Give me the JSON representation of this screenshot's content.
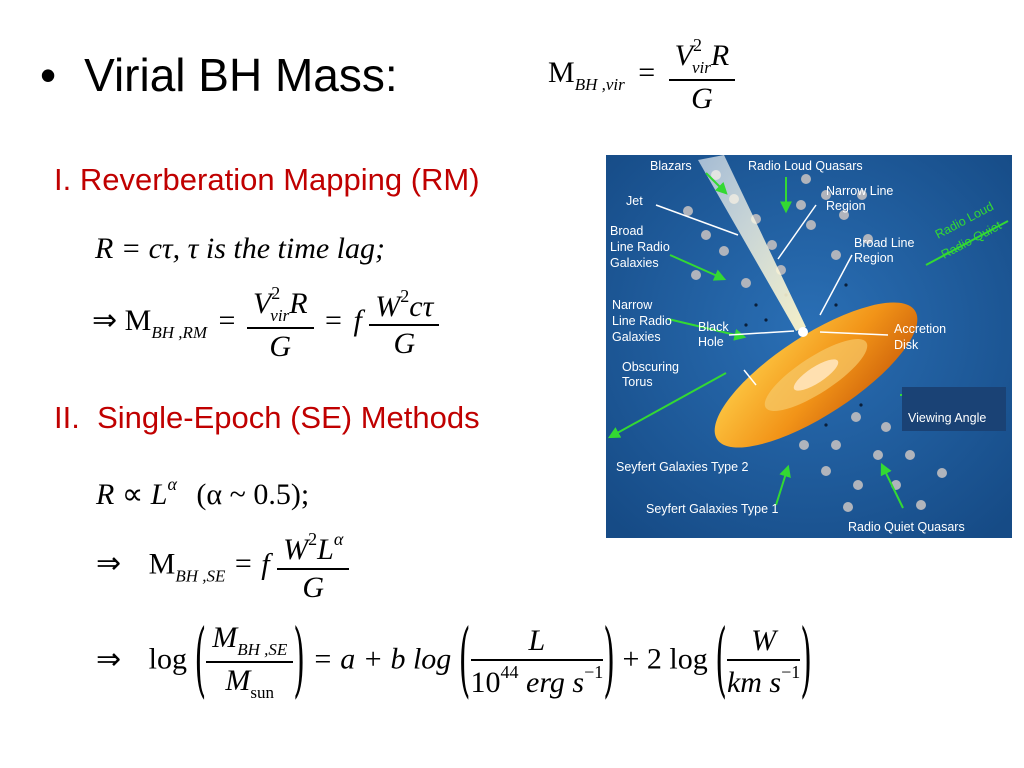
{
  "title": {
    "bullet": "•",
    "text": "Virial BH Mass:"
  },
  "eq_virial": {
    "lhs": "M",
    "lhs_sub": "BH ,vir",
    "eq": "=",
    "num_v": "V",
    "num_sup": "2",
    "num_sub": "vir",
    "num_r": "R",
    "den": "G"
  },
  "section1": {
    "number": "I.",
    "heading": "Reverberation Mapping (RM)",
    "eq1": "R = cτ, τ is the time lag;",
    "eq2": {
      "arrow": "⇒",
      "lhs": "M",
      "lhs_sub": "BH ,RM",
      "eq": "=",
      "f1_num_v": "V",
      "f1_sup": "2",
      "f1_sub": "vir",
      "f1_r": "R",
      "f1_den": "G",
      "eq2": "=",
      "f": "f",
      "f2_num_w": "W",
      "f2_sup": "2",
      "f2_rest": "cτ",
      "f2_den": "G"
    }
  },
  "section2": {
    "number": "II.",
    "heading": "Single-Epoch (SE) Methods",
    "eq1_r": "R",
    "eq1_prop": "∝",
    "eq1_l": "L",
    "eq1_sup": "α",
    "eq1_rest": "(α ~ 0.5);",
    "eq2": {
      "arrow": "⇒",
      "lhs": "M",
      "lhs_sub": "BH ,SE",
      "eq": "=",
      "f": "f",
      "num_w": "W",
      "num_sup": "2",
      "num_l": "L",
      "num_sup2": "α",
      "den": "G"
    },
    "eq3": {
      "arrow": "⇒",
      "log": "log",
      "f1_num": "M",
      "f1_num_sub": "BH ,SE",
      "f1_den": "M",
      "f1_den_sub": "sun",
      "mid": "= a + b log",
      "f2_num": "L",
      "f2_den_base": "10",
      "f2_den_sup": "44",
      "f2_den_unit": "erg  s",
      "f2_den_unit_sup": "−1",
      "plus": "+ 2 log",
      "f3_num": "W",
      "f3_den_unit": "km s",
      "f3_den_unit_sup": "−1"
    }
  },
  "diagram": {
    "labels": {
      "blazars": "Blazars",
      "radio_loud_quasars": "Radio Loud Quasars",
      "jet": "Jet",
      "narrow_line_region_1": "Narrow Line",
      "narrow_line_region_2": "Region",
      "broad_line_radio_1": "Broad",
      "broad_line_radio_2": "Line Radio",
      "broad_line_radio_3": "Galaxies",
      "broad_line_region_1": "Broad Line",
      "broad_line_region_2": "Region",
      "radio_loud": "Radio Loud",
      "radio_quiet": "Radio Quiet",
      "narrow_line_radio_1": "Narrow",
      "narrow_line_radio_2": "Line Radio",
      "narrow_line_radio_3": "Galaxies",
      "black_hole_1": "Black",
      "black_hole_2": "Hole",
      "accretion_disk_1": "Accretion",
      "accretion_disk_2": "Disk",
      "obscuring_torus_1": "Obscuring",
      "obscuring_torus_2": "Torus",
      "viewing_angle": "Viewing Angle",
      "seyfert_2": "Seyfert Galaxies Type 2",
      "seyfert_1": "Seyfert Galaxies Type 1",
      "radio_quiet_quasars": "Radio Quiet Quasars"
    },
    "colors": {
      "background": "#1f5fa0",
      "arrow": "#33d933",
      "torus": "#f0a020",
      "cloud": "#b0b4bc"
    }
  }
}
